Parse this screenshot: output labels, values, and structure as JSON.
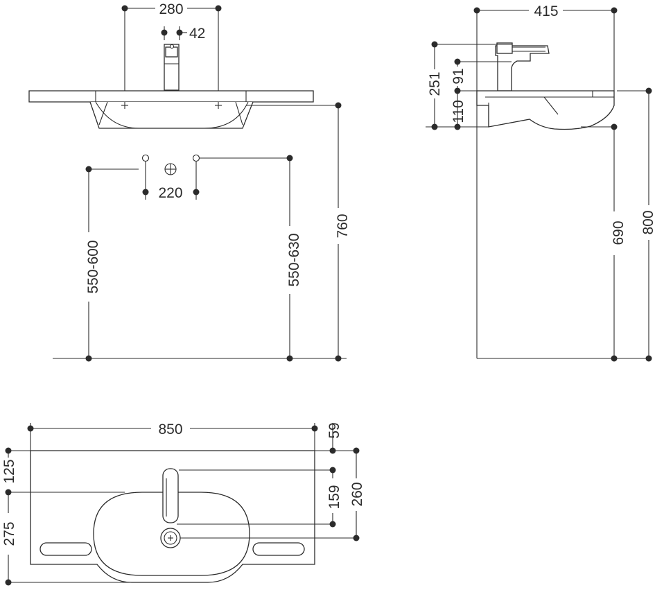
{
  "dimensions": {
    "front_tap_centers": "280",
    "front_tap_diameter": "42",
    "supply_spacing": "220",
    "trap_height_left": "550-600",
    "trap_height_right": "550-630",
    "rim_height_front": "760",
    "side_depth": "415",
    "side_tap_height": "251",
    "side_spout_height": "91",
    "side_bowl_height": "110",
    "side_underside_height": "690",
    "side_rim_height": "800",
    "plan_width": "850",
    "plan_tap_offset_back": "59",
    "plan_rear_depth": "125",
    "plan_bowl_depth": "159",
    "plan_drain_depth": "260",
    "plan_front_depth": "275"
  },
  "colors": {
    "line": "#2b2b2b",
    "fill": "#ffffff"
  }
}
